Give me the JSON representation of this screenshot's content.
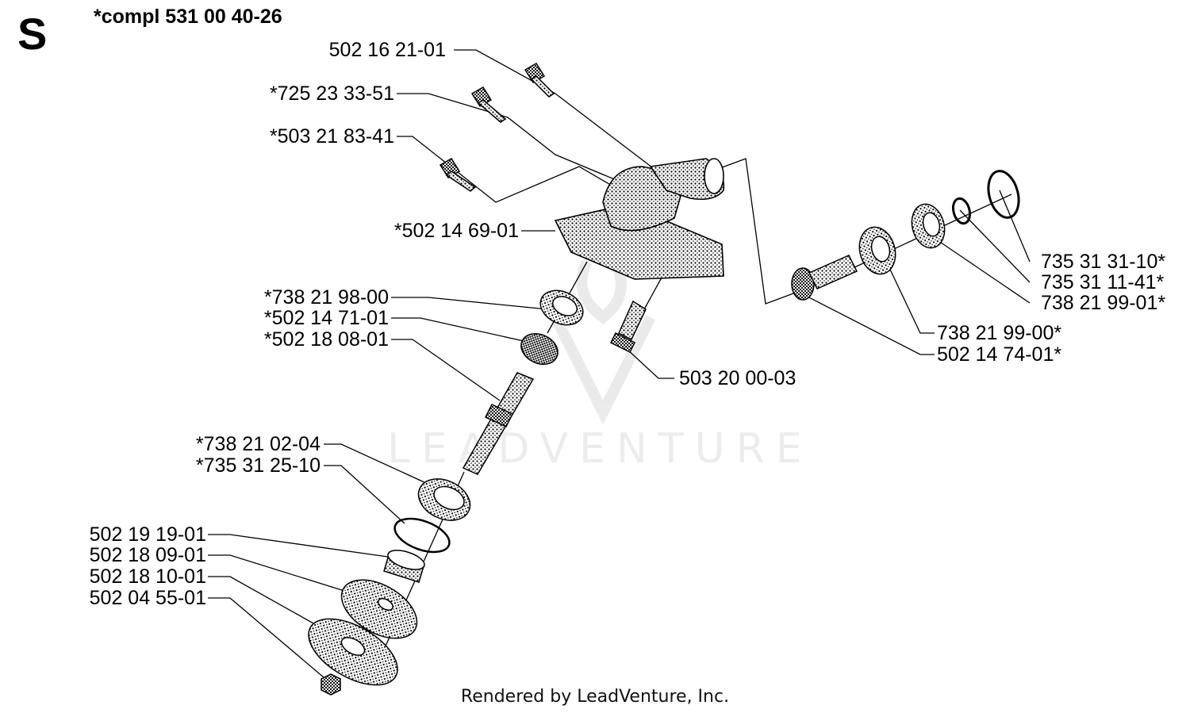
{
  "header": {
    "section_letter": "S",
    "assembly_number": "*compl 531 00 40-26"
  },
  "parts": {
    "p_502_16_21_01": "502 16 21-01",
    "p_725_23_33_51": "*725 23 33-51",
    "p_503_21_83_41": "*503 21 83-41",
    "p_502_14_69_01": "*502 14 69-01",
    "p_738_21_98_00": "*738 21 98-00",
    "p_502_14_71_01": "*502 14 71-01",
    "p_502_18_08_01": "*502 18 08-01",
    "p_738_21_02_04": "*738 21 02-04",
    "p_735_31_25_10": "*735 31 25-10",
    "p_502_19_19_01": "502 19 19-01",
    "p_502_18_09_01": "502 18 09-01",
    "p_502_18_10_01": "502 18 10-01",
    "p_502_04_55_01": "502 04 55-01",
    "p_503_20_00_03": "503 20 00-03",
    "p_735_31_31_10": "735 31 31-10*",
    "p_735_31_11_41": "735 31 11-41*",
    "p_738_21_99_01": "738 21 99-01*",
    "p_738_21_99_00": "738 21 99-00*",
    "p_502_14_74_01": "502 14 74-01*"
  },
  "watermark": {
    "text": "LEADVENTURE"
  },
  "footer": {
    "credit": "Rendered by LeadVenture, Inc."
  }
}
